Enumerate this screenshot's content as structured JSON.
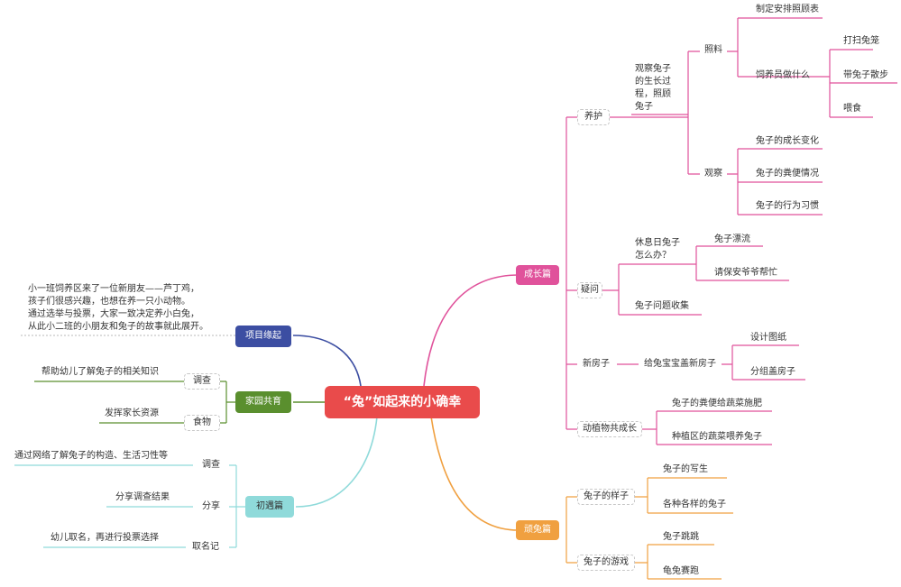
{
  "root": "“兔”如起来的小确幸",
  "branches": {
    "growth": {
      "label": "成长篇",
      "color": "#e0529b",
      "care": {
        "label": "养护",
        "desc": "观察兔子\n的生长过\n程，照顾\n兔子",
        "feeding": {
          "label": "照料",
          "items": [
            "制定安排照顾表",
            "饲养员做什么"
          ],
          "keeper_tasks": [
            "打扫兔笼",
            "带兔子散步",
            "喂食"
          ]
        },
        "observe": {
          "label": "观察",
          "items": [
            "兔子的成长变化",
            "兔子的粪便情况",
            "兔子的行为习惯"
          ]
        }
      },
      "questions": {
        "label": "疑问",
        "holiday": "休息日兔子\n怎么办？",
        "holiday_items": [
          "兔子漂流",
          "请保安爷爷帮忙"
        ],
        "collect": "兔子问题收集"
      },
      "new_house": {
        "label": "新房子",
        "sub": "给兔宝宝盖新房子",
        "items": [
          "设计图纸",
          "分组盖房子"
        ]
      },
      "plants": {
        "label": "动植物共成长",
        "items": [
          "兔子的粪便给蔬菜施肥",
          "种植区的蔬菜喂养兔子"
        ]
      }
    },
    "play": {
      "label": "顽兔篇",
      "color": "#f0a040",
      "looks": {
        "label": "兔子的样子",
        "items": [
          "兔子的写生",
          "各种各样的兔子"
        ]
      },
      "games": {
        "label": "兔子的游戏",
        "items": [
          "兔子跳跳",
          "龟兔赛跑"
        ]
      }
    },
    "origin": {
      "label": "项目缘起",
      "color": "#3c4ea2",
      "text": "小一班饲养区来了一位新朋友——芦丁鸡，\n孩子们很感兴趣，也想在养一只小动物。\n通过选举与投票，大家一致决定养小白兔，\n从此小二班的小朋友和兔子的故事就此展开。"
    },
    "home": {
      "label": "家园共育",
      "color": "#5a8f2e",
      "survey": {
        "label": "调查",
        "desc": "帮助幼儿了解兔子的相关知识"
      },
      "food": {
        "label": "食物",
        "desc": "发挥家长资源"
      }
    },
    "first": {
      "label": "初遇篇",
      "color": "#8fdada",
      "survey": {
        "label": "调查",
        "desc": "通过网络了解兔子的构造、生活习性等"
      },
      "share": {
        "label": "分享",
        "desc": "分享调查结果"
      },
      "naming": {
        "label": "取名记",
        "desc": "幼儿取名，再进行投票选择"
      }
    }
  },
  "colors": {
    "root_bg": "#e94b4b",
    "pink": "#e0529b",
    "orange": "#f0a040",
    "navy": "#3c4ea2",
    "green": "#5a8f2e",
    "cyan": "#8fdada"
  }
}
